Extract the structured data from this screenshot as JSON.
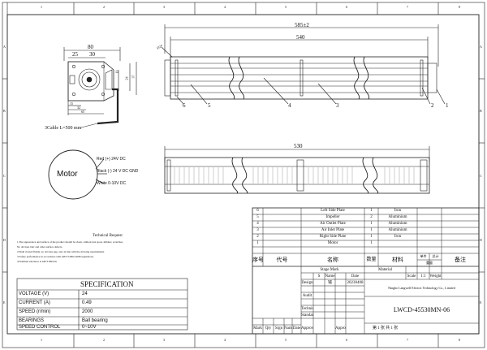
{
  "border": {
    "top_cols": [
      "1",
      "2",
      "3",
      "4",
      "5",
      "6",
      "7",
      "8"
    ],
    "bottom_cols": [
      "1",
      "2",
      "3",
      "4",
      "5",
      "6",
      "7",
      "8"
    ],
    "left_rows": [
      "A",
      "B",
      "C",
      "D",
      "E"
    ],
    "right_rows": [
      "A",
      "B",
      "C",
      "D",
      "E"
    ]
  },
  "dims": {
    "total_length": "585±2",
    "body_length": "540",
    "lower_length": "530",
    "tube_dia": "Ø24",
    "front_width": "80",
    "front_25": "25",
    "front_30": "30",
    "front_10": "10",
    "front_24": "24",
    "front_37": "37",
    "front_15": "15",
    "front_32": "32",
    "front_65": "65"
  },
  "cable": "3Cable L=500 mm",
  "part_numbers": [
    "6",
    "5",
    "4",
    "3",
    "2",
    "1"
  ],
  "motor": {
    "label": "Motor",
    "wires": [
      "Red (+) 24V DC",
      "Black (-) 24 V DC GND",
      "White 0-10V DC"
    ]
  },
  "technical_request": {
    "title": "Technical Request",
    "lines": [
      "1.The appearance and surface of the product should be clean, without rust spots, mildew, scratches,",
      "   No obvious burr and other surface defects.",
      "2.Shall riveted firmly, no obvious gap, also in line with the drawing requirements.",
      "3.Safety performance in accordance with GB/T13002-2008 regulations.",
      "4.Nominal tolerance is GB/T1804-m."
    ]
  },
  "specification": {
    "title": "SPECIFICATION",
    "rows": [
      {
        "label": "VOLTAGE (V)",
        "value": "24"
      },
      {
        "label": "CURRENT  (A)",
        "value": "0.49"
      },
      {
        "label": "SPEED  (r/min)",
        "value": "2000"
      },
      {
        "label": "BEARINGS",
        "value": "Ball bearing"
      },
      {
        "label": "SPEED CONTROL",
        "value": "0~10V"
      }
    ]
  },
  "bom": {
    "rows": [
      {
        "no": "6",
        "name": "Left Side Plate",
        "qty": "1",
        "mat": "Iron"
      },
      {
        "no": "5",
        "name": "Impeller",
        "qty": "2",
        "mat": "Aluminium"
      },
      {
        "no": "4",
        "name": "Air Outlet Plate",
        "qty": "1",
        "mat": "Aluminium"
      },
      {
        "no": "3",
        "name": "Air Inlet Plate",
        "qty": "1",
        "mat": "Aluminium"
      },
      {
        "no": "2",
        "name": "Right Side Plate",
        "qty": "1",
        "mat": "Iron"
      },
      {
        "no": "1",
        "name": "Motor",
        "qty": "1",
        "mat": ""
      }
    ],
    "header": {
      "no": "序号",
      "code": "代号",
      "name": "名称",
      "qty": "数量",
      "mat": "材料",
      "single": "单件",
      "total": "总计",
      "weight": "重量",
      "remark": "备注"
    }
  },
  "title_block": {
    "company": "Ningbo Langwell Electric Technology  Co., Limited",
    "drawing_no": "LWCD-45530MN-06",
    "design": "Design",
    "designer": "钱",
    "date_value": "20230408",
    "stage_mark": "Stage Mark",
    "scale_label": "Scale",
    "scale_value": "1:1",
    "weight_label": "Weight",
    "material_label": "Material",
    "audit": "Audit",
    "technical": "Technical",
    "standard": "Standard",
    "approve": "Approve",
    "name_h": "Name",
    "date_h": "Date",
    "s_mark": "S",
    "sheet_info": "第 1 张   共 1 张",
    "mark_cols": [
      "Mark",
      "Qty",
      "Sign",
      "Name",
      "Date",
      "Approv"
    ]
  }
}
